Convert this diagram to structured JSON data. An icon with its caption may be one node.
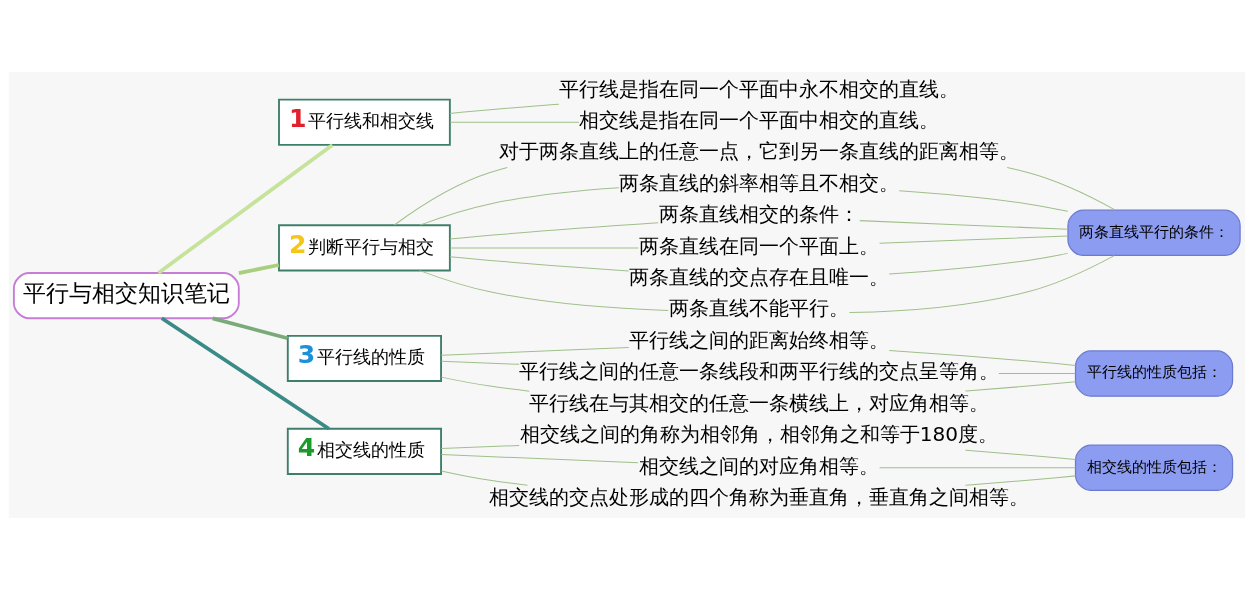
{
  "diagram": {
    "nodes": [
      {
        "text": [
          "平行与相交知识笔记"
        ]
      },
      {
        "text": [
          "1",
          "平行线和相交线"
        ]
      },
      {
        "text": [
          "平行线是指在同一个平面中永不相交的直线。"
        ]
      },
      {
        "text": [
          "相交线是指在同一个平面中相交的直线。"
        ]
      },
      {
        "text": [
          "2",
          "判断平行与相交"
        ]
      },
      {
        "text": [
          "对于两条直线上的任意一点，它到另一条直线的距离相等。"
        ]
      },
      {
        "text": [
          "两条直线的斜率相等且不相交。"
        ]
      },
      {
        "text": [
          "两条直线相交的条件："
        ]
      },
      {
        "text": [
          "两条直线在同一个平面上。"
        ]
      },
      {
        "text": [
          "两条直线的交点存在且唯一。"
        ]
      },
      {
        "text": [
          "两条直线不能平行。"
        ]
      },
      {
        "text": [
          "两条直线平行的条件："
        ]
      },
      {
        "text": [
          "3",
          "平行线的性质"
        ]
      },
      {
        "text": [
          "平行线之间的距离始终相等。"
        ]
      },
      {
        "text": [
          "平行线之间的任意一条线段和两平行线的交点呈等角。"
        ]
      },
      {
        "text": [
          "平行线在与其相交的任意一条横线上，对应角相等。"
        ]
      },
      {
        "text": [
          "平行线的性质包括："
        ]
      },
      {
        "text": [
          "4",
          "相交线的性质"
        ]
      },
      {
        "text": [
          "相交线之间的角称为相邻角，相邻角之和等于180度。"
        ]
      },
      {
        "text": [
          "相交线之间的对应角相等。"
        ]
      },
      {
        "text": [
          "相交线的交点处形成的四个角称为垂直角，垂直角之间相等。"
        ]
      },
      {
        "text": [
          "相交线的性质包括："
        ]
      }
    ],
    "edges": [
      {
        "from": 0,
        "to": 1,
        "arrow": "none",
        "style": "thick",
        "color": "#c5e39a"
      },
      {
        "from": 1,
        "to": 2,
        "arrow": "none"
      },
      {
        "from": 1,
        "to": 3,
        "arrow": "none"
      },
      {
        "from": 0,
        "to": 4,
        "arrow": "none",
        "style": "thick",
        "color": "#a8cf7e"
      },
      {
        "from": 4,
        "to": 5,
        "arrow": "none"
      },
      {
        "from": 4,
        "to": 6,
        "arrow": "none"
      },
      {
        "from": 4,
        "to": 7,
        "arrow": "none"
      },
      {
        "from": 4,
        "to": 8,
        "arrow": "none"
      },
      {
        "from": 4,
        "to": 9,
        "arrow": "none"
      },
      {
        "from": 4,
        "to": 10,
        "arrow": "none"
      },
      {
        "from": 5,
        "to": 11,
        "arrow": "none"
      },
      {
        "from": 6,
        "to": 11,
        "arrow": "none"
      },
      {
        "from": 7,
        "to": 11,
        "arrow": "none"
      },
      {
        "from": 8,
        "to": 11,
        "arrow": "none"
      },
      {
        "from": 9,
        "to": 11,
        "arrow": "none"
      },
      {
        "from": 10,
        "to": 11,
        "arrow": "none"
      },
      {
        "from": 0,
        "to": 12,
        "arrow": "none",
        "style": "thick",
        "color": "#7aaa78"
      },
      {
        "from": 12,
        "to": 13,
        "arrow": "none"
      },
      {
        "from": 12,
        "to": 14,
        "arrow": "none"
      },
      {
        "from": 12,
        "to": 15,
        "arrow": "none"
      },
      {
        "from": 13,
        "to": 16,
        "arrow": "none"
      },
      {
        "from": 14,
        "to": 16,
        "arrow": "none"
      },
      {
        "from": 15,
        "to": 16,
        "arrow": "none"
      },
      {
        "from": 0,
        "to": 17,
        "arrow": "none",
        "style": "thick",
        "color": "#3a8a86"
      },
      {
        "from": 17,
        "to": 18,
        "arrow": "none"
      },
      {
        "from": 17,
        "to": 19,
        "arrow": "none"
      },
      {
        "from": 17,
        "to": 20,
        "arrow": "none"
      },
      {
        "from": 18,
        "to": 21,
        "arrow": "none"
      },
      {
        "from": 19,
        "to": 21,
        "arrow": "none"
      },
      {
        "from": 20,
        "to": 21,
        "arrow": "none"
      }
    ]
  }
}
